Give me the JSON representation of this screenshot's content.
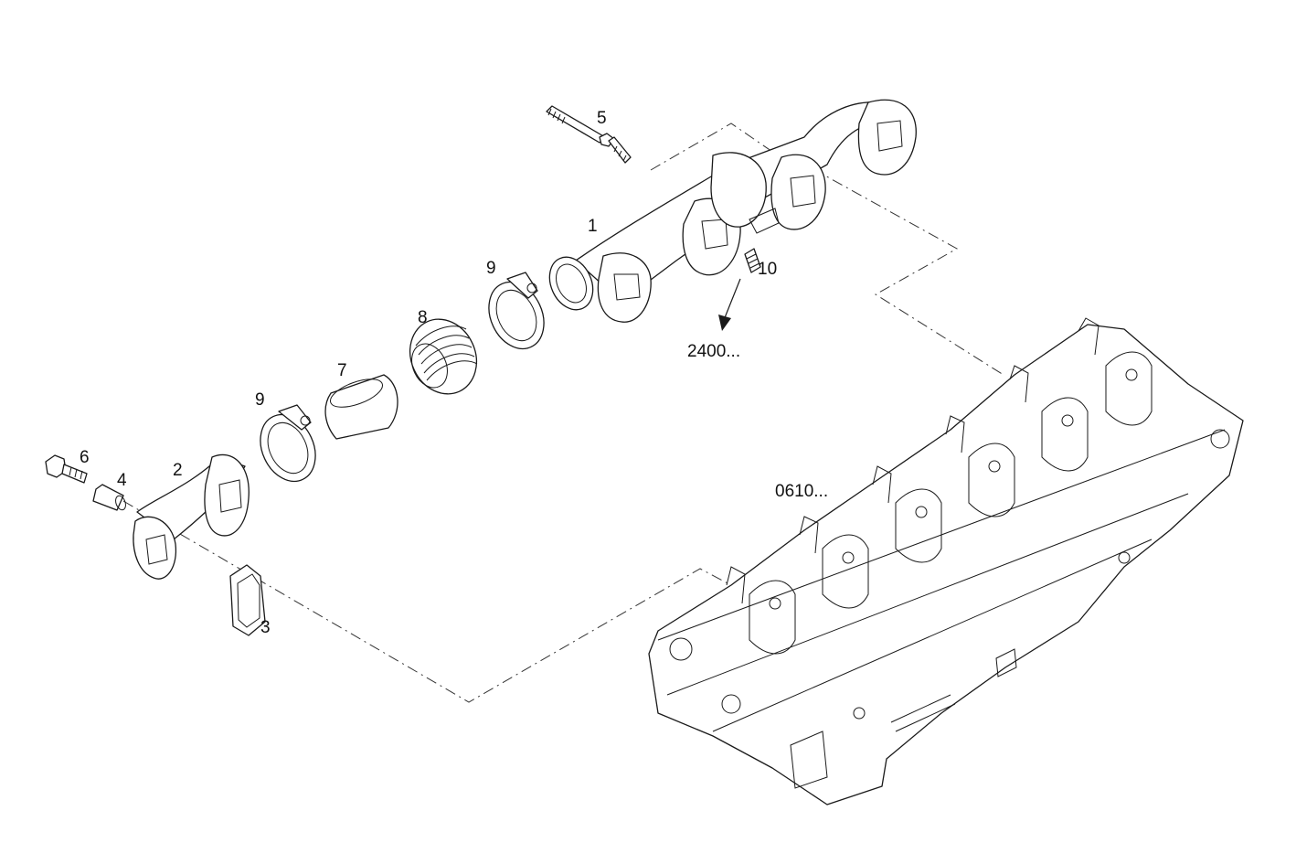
{
  "callouts": {
    "c1": "1",
    "c2": "2",
    "c3": "3",
    "c4": "4",
    "c5": "5",
    "c6": "6",
    "c7": "7",
    "c8": "8",
    "c9a": "9",
    "c9b": "9",
    "c10": "10",
    "ref_2400": "2400...",
    "ref_0610": "0610..."
  },
  "colors": {
    "line": "#1a1a1a",
    "background": "#ffffff"
  }
}
